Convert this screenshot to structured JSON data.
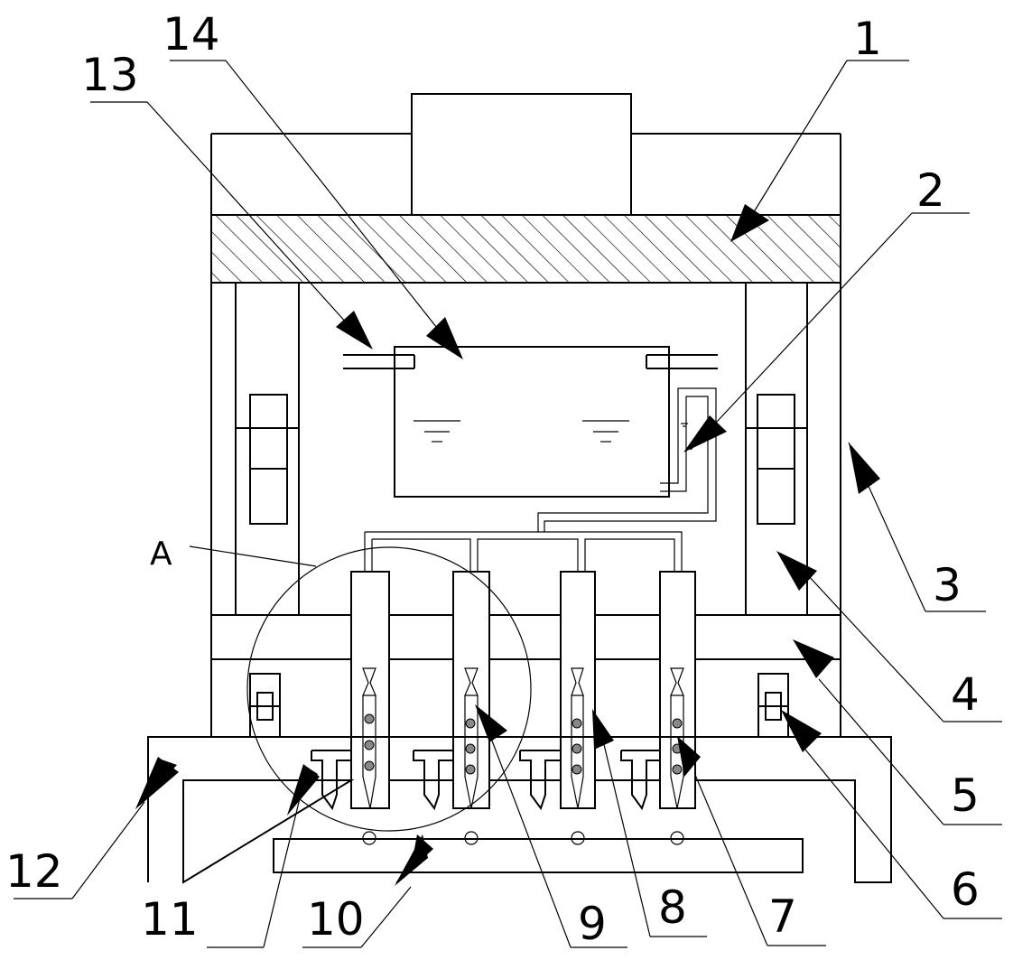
{
  "labels": {
    "n1": "1",
    "n2": "2",
    "n3": "3",
    "n4": "4",
    "n5": "5",
    "n6": "6",
    "n7": "7",
    "n8": "8",
    "n9": "9",
    "n10": "10",
    "n11": "11",
    "n12": "12",
    "n13": "13",
    "n14": "14",
    "detail": "A"
  }
}
